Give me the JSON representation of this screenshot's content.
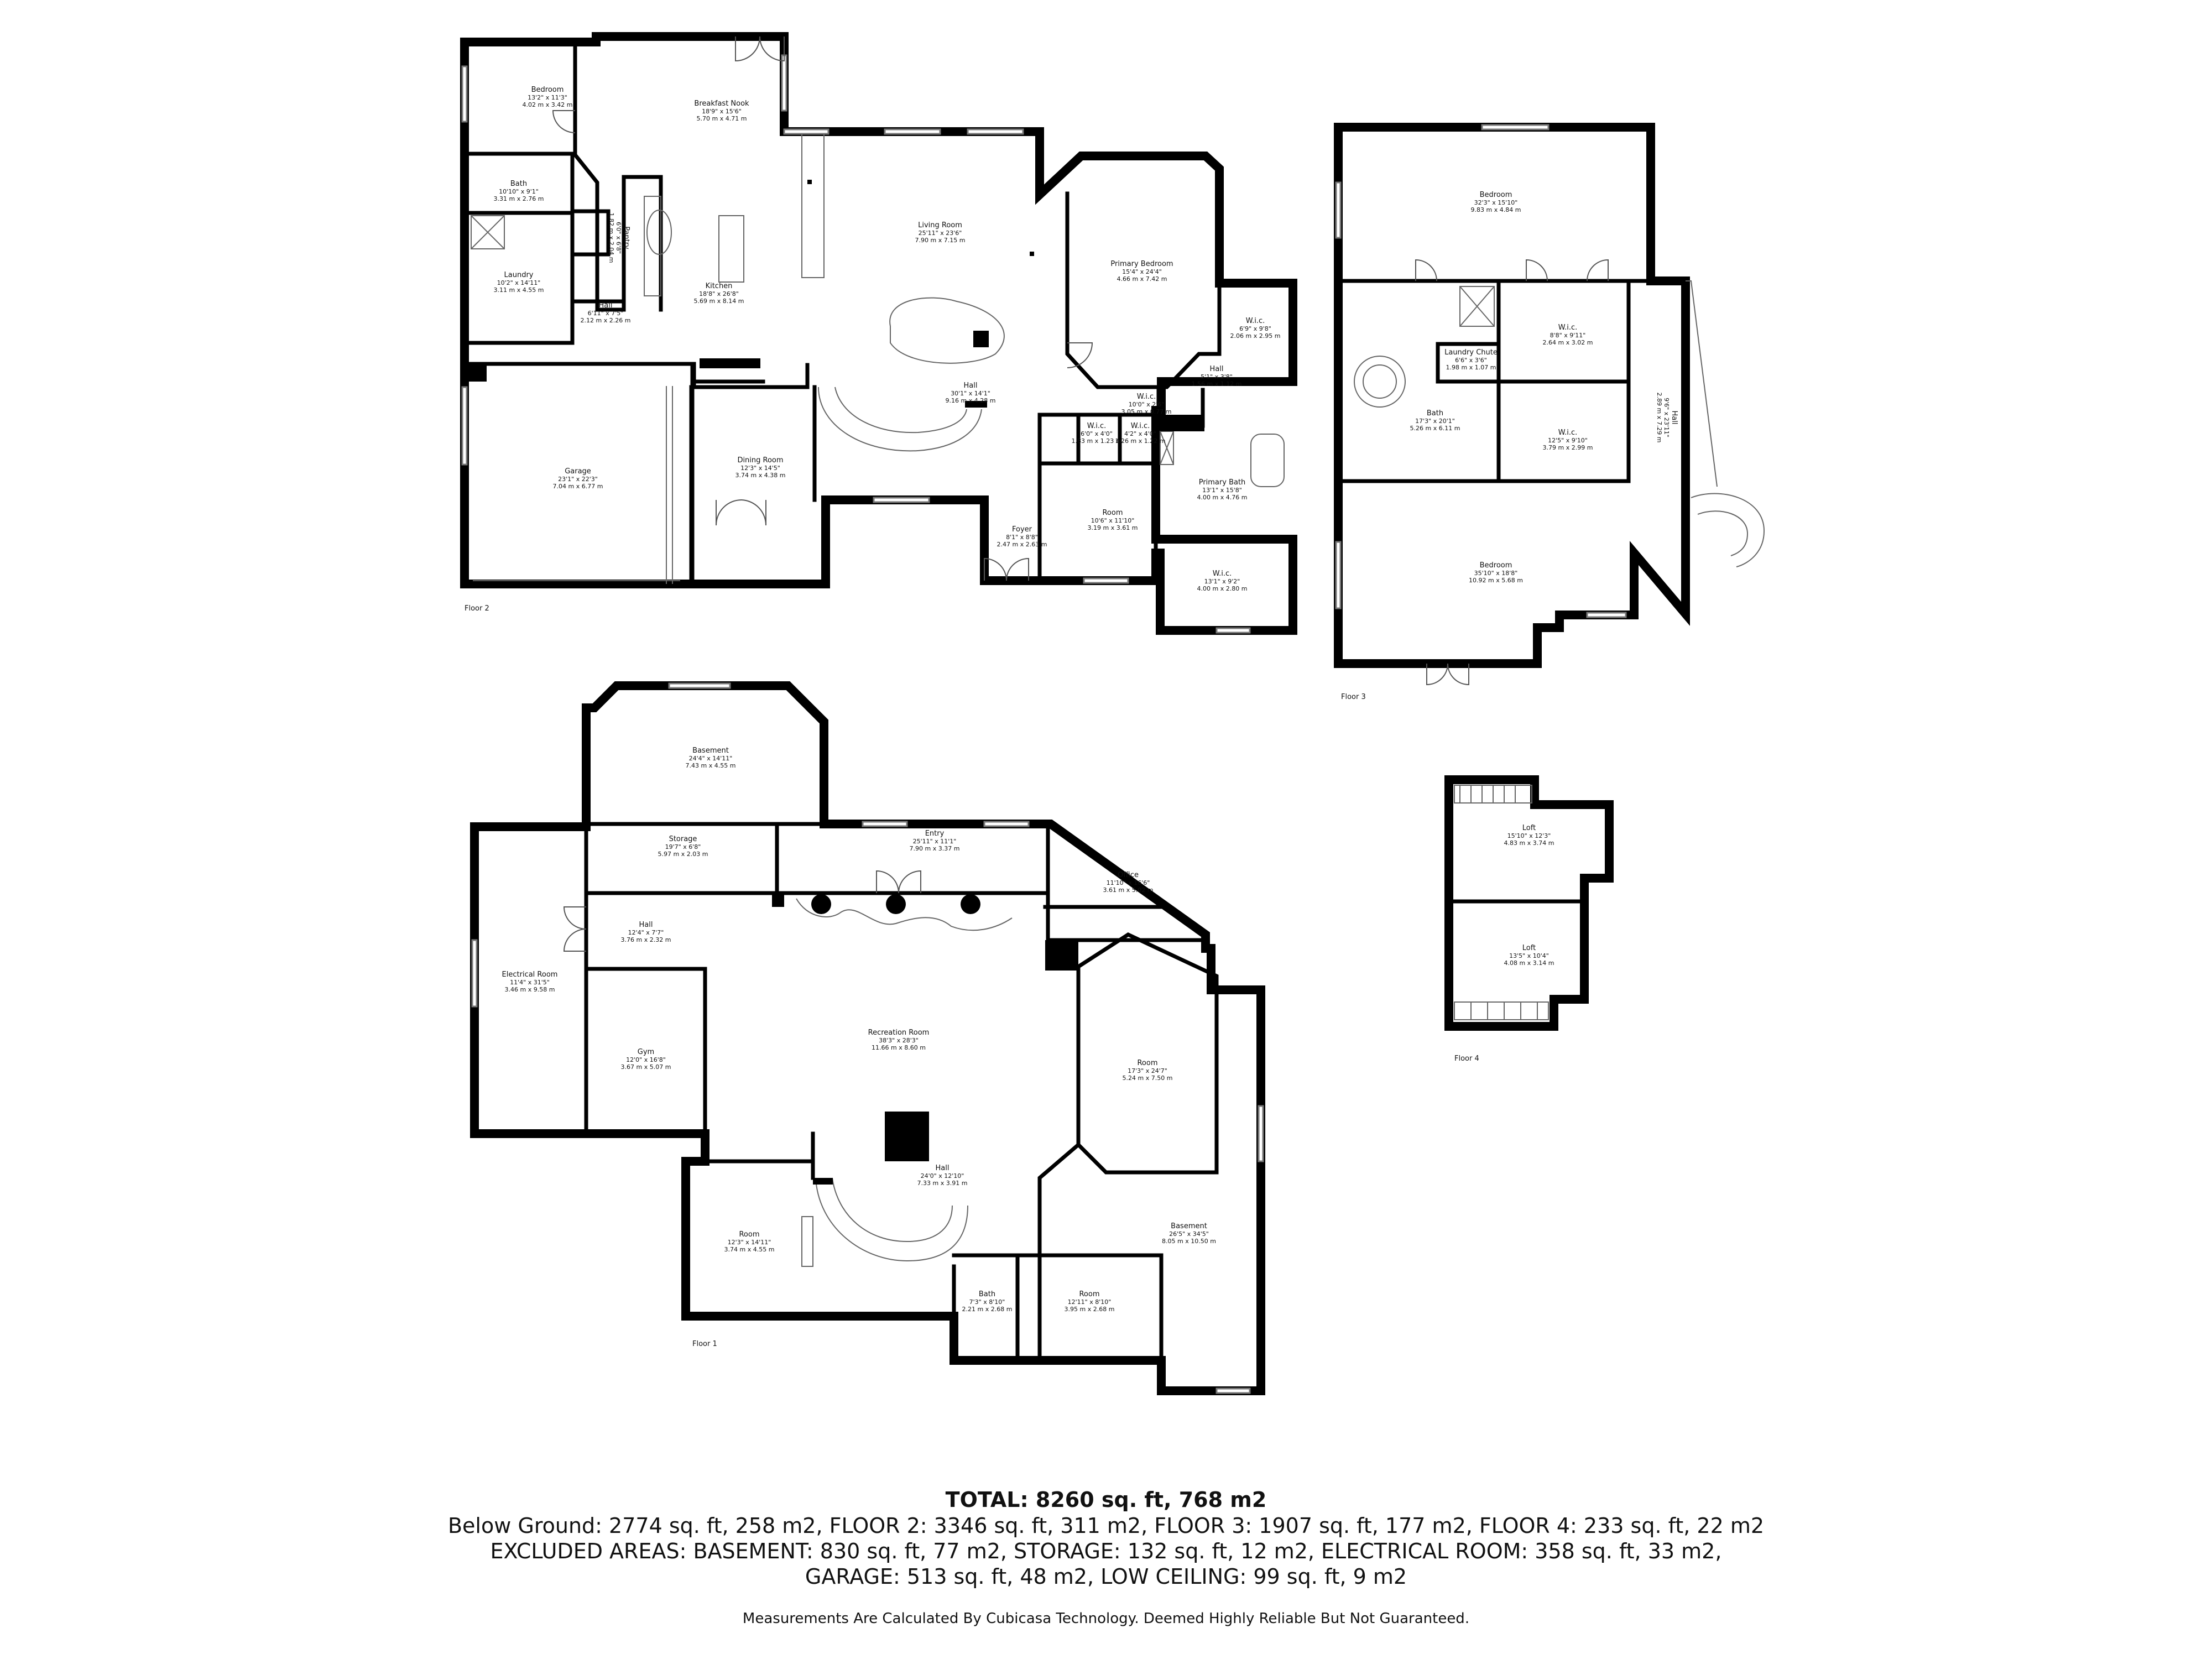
{
  "floors": {
    "floor2": {
      "label": "Floor 2",
      "rooms": [
        {
          "name": "Bedroom",
          "imperial": "13'2\" x 11'3\"",
          "metric": "4.02 m x 3.42 m"
        },
        {
          "name": "Breakfast Nook",
          "imperial": "18'9\" x 15'6\"",
          "metric": "5.70 m x 4.71 m"
        },
        {
          "name": "Bath",
          "imperial": "10'10\" x 9'1\"",
          "metric": "3.31 m x 2.76 m"
        },
        {
          "name": "Living Room",
          "imperial": "25'11\" x 23'6\"",
          "metric": "7.90 m x 7.15 m"
        },
        {
          "name": "Primary Bedroom",
          "imperial": "15'4\" x 24'4\"",
          "metric": "4.66 m x 7.42 m"
        },
        {
          "name": "Laundry",
          "imperial": "10'2\" x 14'11\"",
          "metric": "3.11 m x 4.55 m"
        },
        {
          "name": "Kitchen",
          "imperial": "18'8\" x 26'8\"",
          "metric": "5.69 m x 8.14 m"
        },
        {
          "name": "Pantry",
          "imperial": "6'0\" x 6'8\"",
          "metric": "1.82 m x 2.04 m"
        },
        {
          "name": "Hall",
          "imperial": "6'11\" x 7'5\"",
          "metric": "2.12 m x 2.26 m"
        },
        {
          "name": "W.i.c.",
          "imperial": "6'9\" x 9'8\"",
          "metric": "2.06 m x 2.95 m"
        },
        {
          "name": "Hall",
          "imperial": "30'1\" x 14'1\"",
          "metric": "9.16 m x 4.28 m"
        },
        {
          "name": "Hall",
          "imperial": "5'1\" x 3'8\"",
          "metric": "1.56 m x 1.12 m"
        },
        {
          "name": "W.i.c.",
          "imperial": "10'0\" x 2'6\"",
          "metric": "3.05 m x 0.77 m"
        },
        {
          "name": "Garage",
          "imperial": "23'1\" x 22'3\"",
          "metric": "7.04 m x 6.77 m"
        },
        {
          "name": "Dining Room",
          "imperial": "12'3\" x 14'5\"",
          "metric": "3.74 m x 4.38 m"
        },
        {
          "name": "W.i.c.",
          "imperial": "6'0\" x 4'0\"",
          "metric": "1.83 m x 1.23 m"
        },
        {
          "name": "W.i.c.",
          "imperial": "4'2\" x 4'0\"",
          "metric": "1.26 m x 1.22 m"
        },
        {
          "name": "Primary Bath",
          "imperial": "13'1\" x 15'8\"",
          "metric": "4.00 m x 4.76 m"
        },
        {
          "name": "Room",
          "imperial": "10'6\" x 11'10\"",
          "metric": "3.19 m x 3.61 m"
        },
        {
          "name": "Foyer",
          "imperial": "8'1\" x 8'8\"",
          "metric": "2.47 m x 2.63 m"
        },
        {
          "name": "W.i.c.",
          "imperial": "13'1\" x 9'2\"",
          "metric": "4.00 m x 2.80 m"
        }
      ]
    },
    "floor3": {
      "label": "Floor 3",
      "rooms": [
        {
          "name": "Bedroom",
          "imperial": "32'3\" x 15'10\"",
          "metric": "9.83 m x 4.84 m"
        },
        {
          "name": "W.i.c.",
          "imperial": "8'8\" x 9'11\"",
          "metric": "2.64 m x 3.02 m"
        },
        {
          "name": "Laundry Chute",
          "imperial": "6'6\" x 3'6\"",
          "metric": "1.98 m x 1.07 m"
        },
        {
          "name": "Bath",
          "imperial": "17'3\" x 20'1\"",
          "metric": "5.26 m x 6.11 m"
        },
        {
          "name": "W.i.c.",
          "imperial": "12'5\" x 9'10\"",
          "metric": "3.79 m x 2.99 m"
        },
        {
          "name": "Hall",
          "imperial": "9'6\" x 23'11\"",
          "metric": "2.89 m x 7.29 m"
        },
        {
          "name": "Bedroom",
          "imperial": "35'10\" x 18'8\"",
          "metric": "10.92 m x 5.68 m"
        }
      ]
    },
    "floor1": {
      "label": "Floor 1",
      "rooms": [
        {
          "name": "Basement",
          "imperial": "24'4\" x 14'11\"",
          "metric": "7.43 m x 4.55 m"
        },
        {
          "name": "Storage",
          "imperial": "19'7\" x 6'8\"",
          "metric": "5.97 m x 2.03 m"
        },
        {
          "name": "Entry",
          "imperial": "25'11\" x 11'1\"",
          "metric": "7.90 m x 3.37 m"
        },
        {
          "name": "Office",
          "imperial": "11'10\" x 16'6\"",
          "metric": "3.61 m x 5.02 m"
        },
        {
          "name": "Hall",
          "imperial": "12'4\" x 7'7\"",
          "metric": "3.76 m x 2.32 m"
        },
        {
          "name": "Electrical Room",
          "imperial": "11'4\" x 31'5\"",
          "metric": "3.46 m x 9.58 m"
        },
        {
          "name": "Recreation Room",
          "imperial": "38'3\" x 28'3\"",
          "metric": "11.66 m x 8.60 m"
        },
        {
          "name": "Gym",
          "imperial": "12'0\" x 16'8\"",
          "metric": "3.67 m x 5.07 m"
        },
        {
          "name": "Room",
          "imperial": "17'3\" x 24'7\"",
          "metric": "5.24 m x 7.50 m"
        },
        {
          "name": "Hall",
          "imperial": "24'0\" x 12'10\"",
          "metric": "7.33 m x 3.91 m"
        },
        {
          "name": "Room",
          "imperial": "12'3\" x 14'11\"",
          "metric": "3.74 m x 4.55 m"
        },
        {
          "name": "Basement",
          "imperial": "26'5\" x 34'5\"",
          "metric": "8.05 m x 10.50 m"
        },
        {
          "name": "Bath",
          "imperial": "7'3\" x 8'10\"",
          "metric": "2.21 m x 2.68 m"
        },
        {
          "name": "Room",
          "imperial": "12'11\" x 8'10\"",
          "metric": "3.95 m x 2.68 m"
        }
      ]
    },
    "floor4": {
      "label": "Floor 4",
      "rooms": [
        {
          "name": "Loft",
          "imperial": "15'10\" x 12'3\"",
          "metric": "4.83 m x 3.74 m"
        },
        {
          "name": "Loft",
          "imperial": "13'5\" x 10'4\"",
          "metric": "4.08 m x 3.14 m"
        }
      ]
    }
  },
  "summary": {
    "total": "TOTAL: 8260 sq. ft, 768 m2",
    "line1": "Below Ground: 2774 sq. ft, 258 m2, FLOOR 2: 3346 sq. ft, 311 m2, FLOOR 3: 1907 sq. ft, 177 m2, FLOOR 4: 233 sq. ft, 22 m2",
    "line2": "EXCLUDED AREAS: BASEMENT: 830 sq. ft, 77 m2, STORAGE: 132 sq. ft, 12 m2, ELECTRICAL ROOM: 358 sq. ft, 33 m2,",
    "line3": "GARAGE: 513 sq. ft, 48 m2, LOW CEILING: 99 sq. ft, 9 m2"
  },
  "disclaimer": "Measurements Are Calculated By Cubicasa Technology. Deemed Highly Reliable But Not Guaranteed."
}
